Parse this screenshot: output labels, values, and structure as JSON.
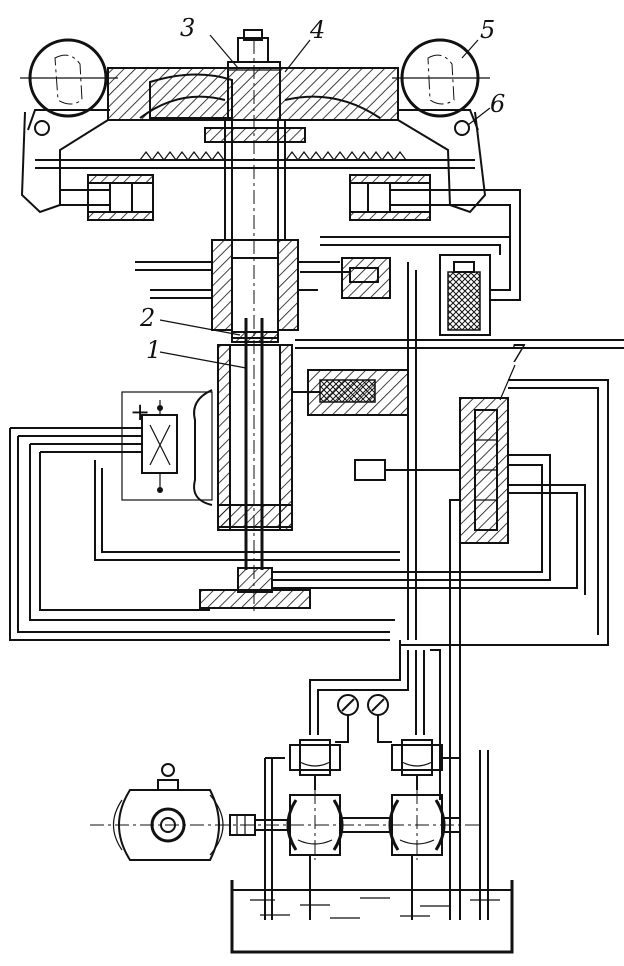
{
  "labels": [
    {
      "text": "1",
      "key": "1"
    },
    {
      "text": "2",
      "key": "2"
    },
    {
      "text": "3",
      "key": "3"
    },
    {
      "text": "4",
      "key": "4"
    },
    {
      "text": "5",
      "key": "5"
    },
    {
      "text": "6",
      "key": "6"
    },
    {
      "text": "7",
      "key": "7"
    }
  ],
  "terminal_symbol": "+",
  "icons": {
    "roller": "roller-icon",
    "gauge": "pressure-gauge-icon",
    "motor": "electric-motor-icon",
    "pump": "pump-icon",
    "tank": "oil-tank-icon",
    "solenoid": "solenoid-icon",
    "valve": "spool-valve-icon"
  }
}
